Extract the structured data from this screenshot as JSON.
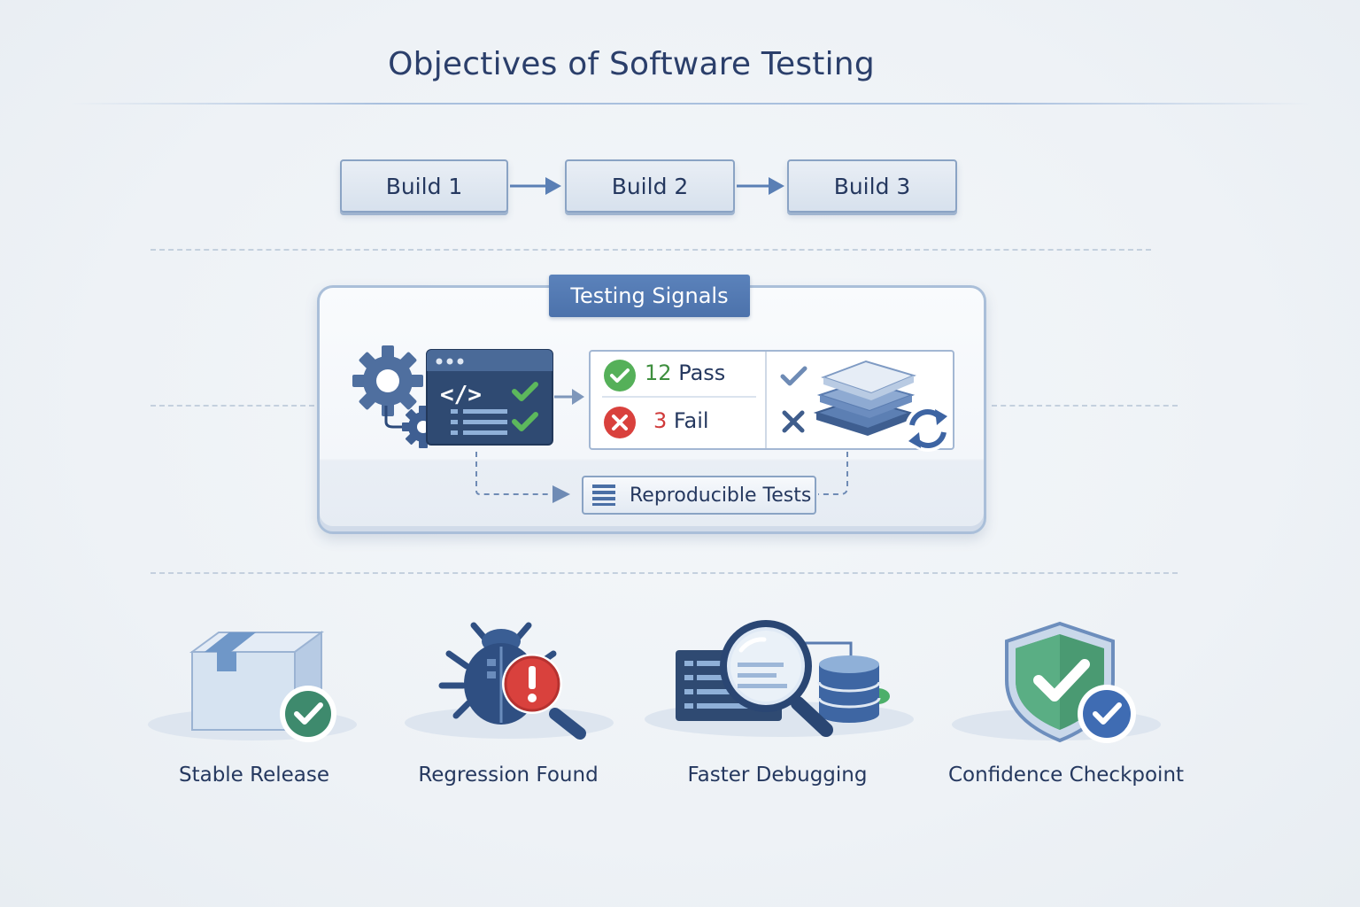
{
  "title": "Objectives of Software Testing",
  "builds": [
    "Build 1",
    "Build 2",
    "Build 3"
  ],
  "panel": {
    "title": "Testing Signals",
    "pass": {
      "count": "12",
      "label": "Pass"
    },
    "fail": {
      "count": "3",
      "label": "Fail"
    },
    "reproducible_label": "Reproducible Tests"
  },
  "objectives": [
    {
      "label": "Stable Release",
      "icon": "package-check-icon"
    },
    {
      "label": "Regression Found",
      "icon": "bug-alert-icon"
    },
    {
      "label": "Faster Debugging",
      "icon": "magnifier-database-icon"
    },
    {
      "label": "Confidence Checkpoint",
      "icon": "shield-check-icon"
    }
  ],
  "colors": {
    "navy": "#24375e",
    "accent_blue": "#4c72ab",
    "pass_green": "#4caf50",
    "fail_red": "#d9413d",
    "background": "#eef2f6"
  }
}
